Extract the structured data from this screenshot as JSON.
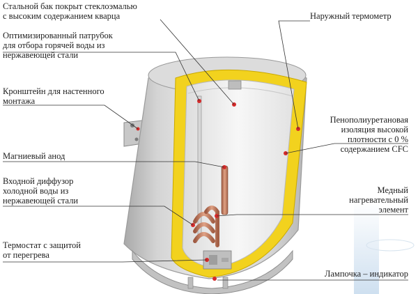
{
  "labels": {
    "tank": [
      "Стальной бак покрыт стеклоэмалью",
      "с высоким содержанием кварца"
    ],
    "outlet": [
      "Оптимизированный патрубок",
      "для отбора горячей воды из",
      "нержавеющей стали"
    ],
    "bracket": [
      "Кронштейн для настенного",
      "монтажа"
    ],
    "anode": [
      "Магниевый анод"
    ],
    "inlet": [
      "Входной диффузор",
      "холодной воды из",
      "нержавеющей стали"
    ],
    "thermostat": [
      "Термостат с защитой",
      "от перегрева"
    ],
    "thermometer": [
      "Наружный термометр"
    ],
    "foam": [
      "Пенополиуретановая",
      "изоляция высокой",
      "плотности с 0 %",
      "содержанием CFC"
    ],
    "heater": [
      "Медный",
      "нагревательный",
      "элемент"
    ],
    "lamp": [
      "Лампочка – индикатор"
    ]
  },
  "colors": {
    "tank_body": "#d9d9d9",
    "insulation": "#f2d21e",
    "inner_tank": "#f3f3f3",
    "copper": "#c97a5e",
    "leader_line": "#333333"
  }
}
